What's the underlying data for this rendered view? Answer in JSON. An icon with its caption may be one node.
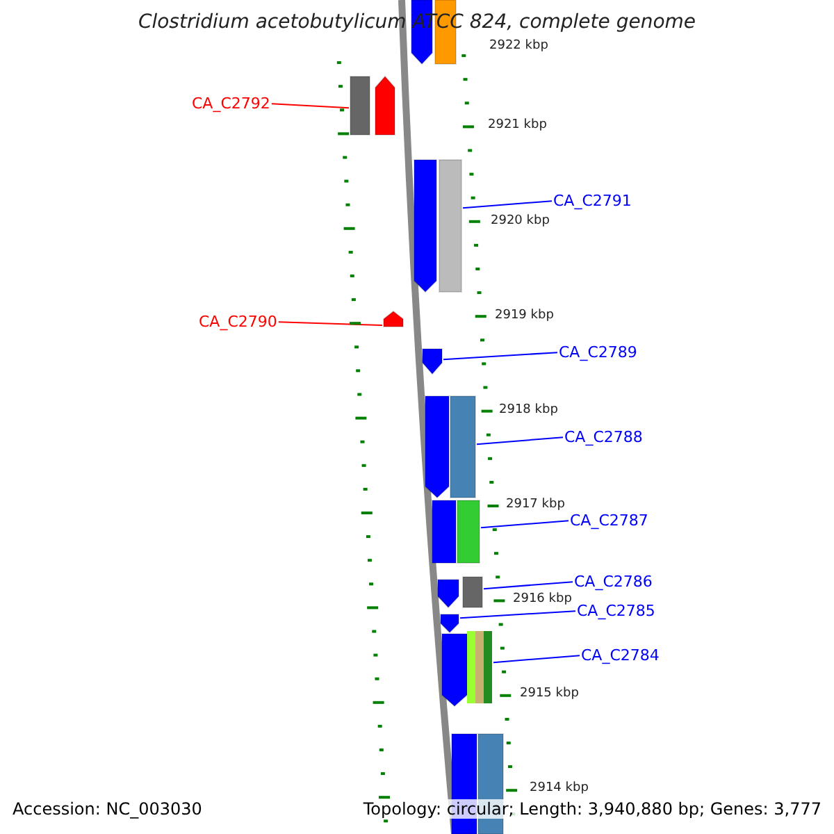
{
  "diagram": {
    "title": "Clostridium acetobutylicum ATCC 824, complete genome",
    "nodes": [
      {
        "text": [],
        "shape": "box"
      },
      {
        "text": [],
        "shape": "box"
      },
      {
        "text": [
          "CA_C2792"
        ]
      },
      {
        "text": [],
        "shape": "box"
      },
      {
        "text": [],
        "shape": "box"
      },
      {
        "text": [],
        "shape": "box"
      },
      {
        "text": [
          "CA_C2791"
        ]
      },
      {
        "text": [],
        "shape": "box"
      },
      {
        "text": [
          "CA_C2790"
        ]
      },
      {
        "text": [],
        "shape": "box"
      },
      {
        "text": [
          "CA_C2789"
        ]
      },
      {
        "text": [],
        "shape": "box"
      },
      {
        "text": [],
        "shape": "box"
      },
      {
        "text": [
          "CA_C2788"
        ]
      },
      {
        "text": [],
        "shape": "box"
      },
      {
        "text": [],
        "shape": "box"
      },
      {
        "text": [
          "CA_C2787"
        ]
      },
      {
        "text": [],
        "shape": "box"
      },
      {
        "text": [],
        "shape": "box"
      },
      {
        "text": [
          "CA_C2786"
        ]
      },
      {
        "text": [],
        "shape": "box"
      },
      {
        "text": [
          "CA_C2785"
        ]
      },
      {
        "text": [],
        "shape": "box"
      },
      {
        "text": [],
        "shape": "box"
      },
      {
        "text": [
          "CA_C2784"
        ]
      },
      {
        "text": [],
        "shape": "box"
      },
      {
        "text": [],
        "shape": "box"
      },
      {
        "text": [],
        "shape": "box"
      }
    ],
    "edges": [
      {
        "from": 2,
        "to": 3,
        "arrow": "none",
        "color": "#ff0000"
      },
      {
        "from": 6,
        "to": 7,
        "arrow": "none"
      },
      {
        "from": 8,
        "to": 9,
        "arrow": "none",
        "color": "#ff0000"
      },
      {
        "from": 10,
        "to": 11,
        "arrow": "none"
      },
      {
        "from": 13,
        "to": 14,
        "arrow": "none"
      },
      {
        "from": 16,
        "to": 17,
        "arrow": "none"
      },
      {
        "from": 19,
        "to": 20,
        "arrow": "none"
      },
      {
        "from": 21,
        "to": 22,
        "arrow": "none"
      },
      {
        "from": 24,
        "to": 25,
        "arrow": "none"
      }
    ],
    "labels": [
      "2922 kbp",
      "2921 kbp",
      "2920 kbp",
      "2919 kbp",
      "2918 kbp",
      "2917 kbp",
      "2916 kbp",
      "2915 kbp",
      "2914 kbp",
      "Accession: NC_003030",
      "Topology: circular; Length: 3,940,880 bp; Genes: 3,777"
    ]
  }
}
